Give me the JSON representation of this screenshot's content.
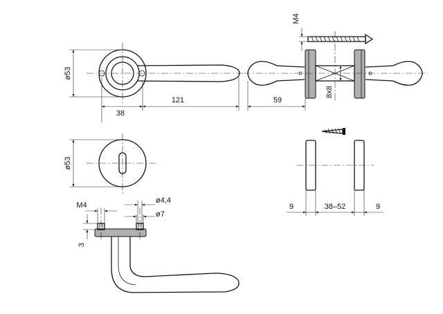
{
  "dimensions": {
    "rose_diameter_top": "ø53",
    "lever_offset": "38",
    "lever_length": "121",
    "lever_projection": "59",
    "screw_thread_top": "M4",
    "square_spindle": "8x8",
    "rose_diameter_key": "ø53",
    "screw_thread_side": "M4",
    "hole_small": "ø4,4",
    "hole_large": "ø7",
    "rose_height": "3",
    "rose_thickness_left": "9",
    "door_thickness_range": "38–52",
    "rose_thickness_right": "9"
  }
}
